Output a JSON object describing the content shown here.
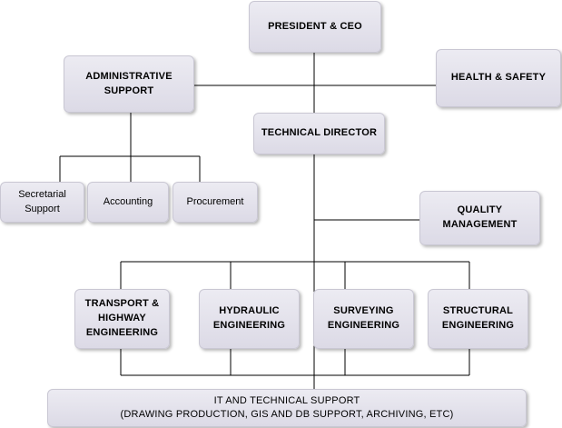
{
  "org_chart": {
    "president": "PRESIDENT & CEO",
    "administrative_support": "ADMINISTRATIVE\nSUPPORT",
    "health_safety": "HEALTH & SAFETY",
    "technical_director": "TECHNICAL DIRECTOR",
    "secretarial_support": "Secretarial\nSupport",
    "accounting": "Accounting",
    "procurement": "Procurement",
    "quality_management": "QUALITY\nMANAGEMENT",
    "transport_highway": "TRANSPORT &\nHIGHWAY\nENGINEERING",
    "hydraulic": "HYDRAULIC\nENGINEERING",
    "surveying": "SURVEYING\nENGINEERING",
    "structural": "STRUCTURAL\nENGINEERING",
    "it_support": "IT AND TECHNICAL SUPPORT\n(DRAWING PRODUCTION, GIS AND DB SUPPORT, ARCHIVING, ETC)"
  },
  "colors": {
    "box_fill": "#e4e3ec",
    "box_border": "#c9c7d3",
    "connector": "#000000"
  }
}
